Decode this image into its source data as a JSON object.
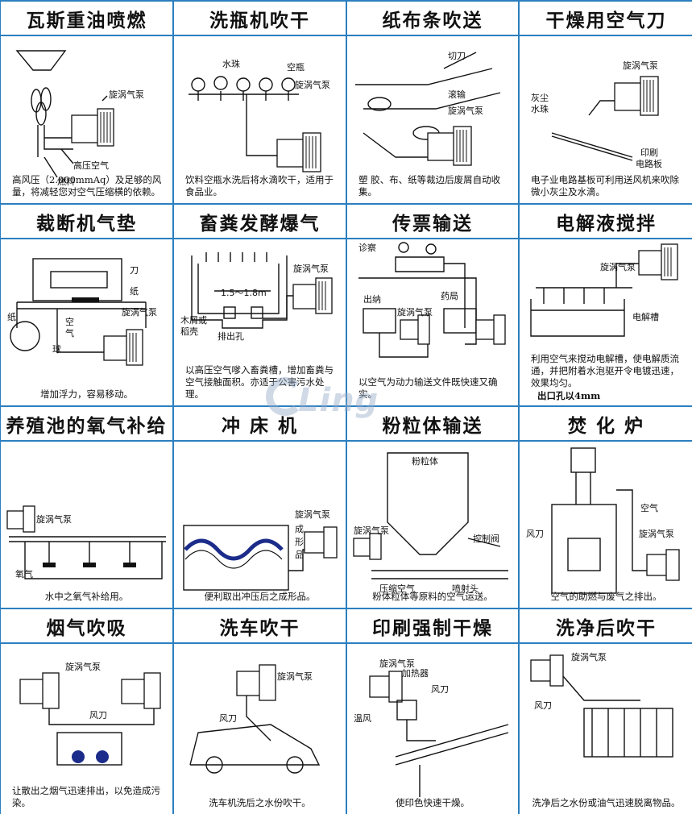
{
  "panels": [
    {
      "title": "瓦斯重油喷燃",
      "caption": "高风压（2.000mmAq）及足够的风量，将减轻您对空气压缩横的依赖。",
      "labels": [
        "旋涡气泵",
        "高压空气",
        "燃料"
      ]
    },
    {
      "title": "洗瓶机吹干",
      "caption": "饮料空瓶水洗后将水滴吹干，适用于食品业。",
      "labels": [
        "水珠",
        "空瓶",
        "旋涡气泵"
      ]
    },
    {
      "title": "纸布条吹送",
      "caption": "塑 胶、布、纸等裁边后废屑自动收集。",
      "labels": [
        "切刀",
        "滚输",
        "旋涡气泵"
      ]
    },
    {
      "title": "干燥用空气刀",
      "caption": "电子业电路基板可利用送风机来吹除微小灰尘及水滴。",
      "labels": [
        "旋涡气泵",
        "灰尘",
        "水珠",
        "印刷",
        "电路板"
      ]
    },
    {
      "title": "裁断机气垫",
      "caption": "增加浮力，容易移动。",
      "labels": [
        "刀",
        "纸",
        "旋涡气泵",
        "纸",
        "空",
        "气",
        "球"
      ]
    },
    {
      "title": "畜粪发酵爆气",
      "caption": "以高压空气嗲入畜粪槽，增加畜粪与空气接触面积。亦适于公害污水处理。",
      "labels": [
        "旋涡气泵",
        "1.5～1.8m",
        "木屑或",
        "稻壳",
        "排出孔"
      ]
    },
    {
      "title": "传票输送",
      "caption": "以空气为动力输送文件既快速又确实。",
      "labels": [
        "诊察",
        "出纳",
        "药局",
        "旋涡气泵"
      ]
    },
    {
      "title": "电解液搅拌",
      "caption": "利用空气来搅动电解槽，使电解质流通，并把附着水泡驱开令电镀迅速，效果均匀。",
      "caption2": "出口孔以4mm",
      "labels": [
        "旋涡气泵",
        "电解槽"
      ]
    },
    {
      "title": "养殖池的氧气补给",
      "caption": "水中之氧气补给用。",
      "labels": [
        "旋涡气泵",
        "氧气"
      ]
    },
    {
      "title": "冲 床 机",
      "caption": "便利取出冲压后之成形品。",
      "labels": [
        "旋涡气泵",
        "成",
        "形",
        "品"
      ]
    },
    {
      "title": "粉粒体输送",
      "caption": "粉体粒体等原料的空气运送。",
      "labels": [
        "粉粒体",
        "旋涡气泵",
        "控制阀",
        "压缩空气",
        "喷射头"
      ]
    },
    {
      "title": "焚 化 炉",
      "caption": "空气的助燃与废气之排出。",
      "labels": [
        "空气",
        "风刀",
        "旋涡气泵"
      ]
    },
    {
      "title": "烟气吹吸",
      "caption": "让散出之烟气迅速排出，以免造成污染。",
      "labels": [
        "旋涡气泵",
        "风刀"
      ]
    },
    {
      "title": "洗车吹干",
      "caption": "洗车机洗后之水份吹干。",
      "labels": [
        "旋涡气泵",
        "风刀"
      ]
    },
    {
      "title": "印刷强制干燥",
      "caption": "使印色快速干燥。",
      "labels": [
        "旋涡气泵",
        "加热器",
        "风刀",
        "温风"
      ]
    },
    {
      "title": "洗净后吹干",
      "caption": "洗净后之水份或油气迅速脱离物品。",
      "labels": [
        "旋涡气泵",
        "风刀"
      ]
    }
  ],
  "watermark": "Ling"
}
